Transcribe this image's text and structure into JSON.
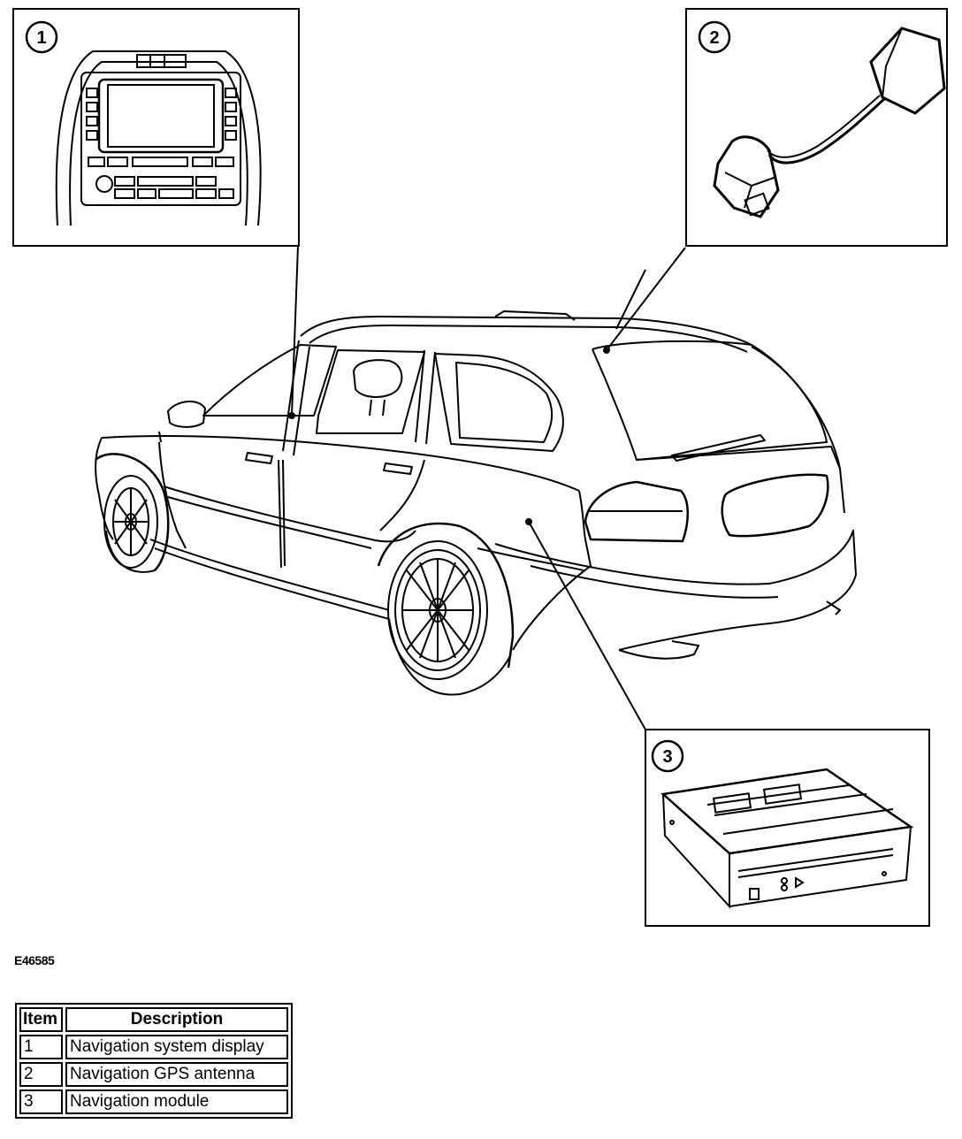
{
  "figure": {
    "code": "E46585",
    "callouts": [
      "1",
      "2",
      "3"
    ]
  },
  "legend": {
    "headers": {
      "item": "Item",
      "description": "Description"
    },
    "rows": [
      {
        "item": "1",
        "description": "Navigation system display"
      },
      {
        "item": "2",
        "description": "Navigation GPS antenna"
      },
      {
        "item": "3",
        "description": "Navigation module"
      }
    ]
  }
}
